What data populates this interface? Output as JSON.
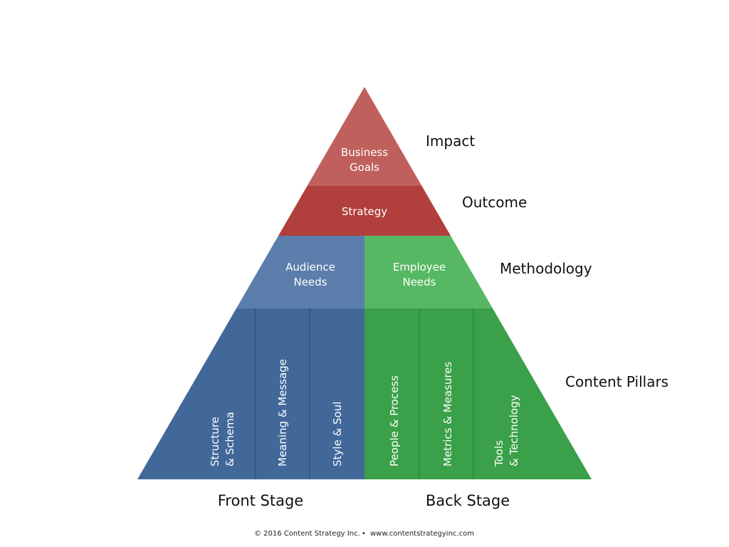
{
  "diagram": {
    "title": "Content Strategy Pyramid",
    "levels": [
      {
        "id": "impact",
        "side_label": "Impact",
        "segments": [
          {
            "lines": [
              "Business",
              "Goals"
            ],
            "color": "#c0605c"
          }
        ]
      },
      {
        "id": "outcome",
        "side_label": "Outcome",
        "segments": [
          {
            "lines": [
              "Strategy"
            ],
            "color": "#b13f3b"
          }
        ]
      },
      {
        "id": "methodology",
        "side_label": "Methodology",
        "segments": [
          {
            "lines": [
              "Audience",
              "Needs"
            ],
            "color": "#5b7eac"
          },
          {
            "lines": [
              "Employee",
              "Needs"
            ],
            "color": "#57b863"
          }
        ]
      },
      {
        "id": "pillars",
        "side_label": "Content Pillars",
        "segments": [
          {
            "lines": [
              "Structure",
              "& Schema"
            ],
            "color": "#416899"
          },
          {
            "lines": [
              "Meaning & Message"
            ],
            "color": "#416899"
          },
          {
            "lines": [
              "Style & Soul"
            ],
            "color": "#416899"
          },
          {
            "lines": [
              "People & Process"
            ],
            "color": "#3aa049"
          },
          {
            "lines": [
              "Metrics & Measures"
            ],
            "color": "#3aa049"
          },
          {
            "lines": [
              "Tools",
              "& Technology"
            ],
            "color": "#3aa049"
          }
        ]
      }
    ],
    "stages": [
      "Front Stage",
      "Back Stage"
    ],
    "divider_colors": {
      "blue": "#2f5588",
      "green": "#2a8a38"
    }
  },
  "footer": {
    "copyright": "© 2016 Content Strategy Inc.",
    "separator": "•",
    "website": "www.contentstrategyinc.com"
  }
}
